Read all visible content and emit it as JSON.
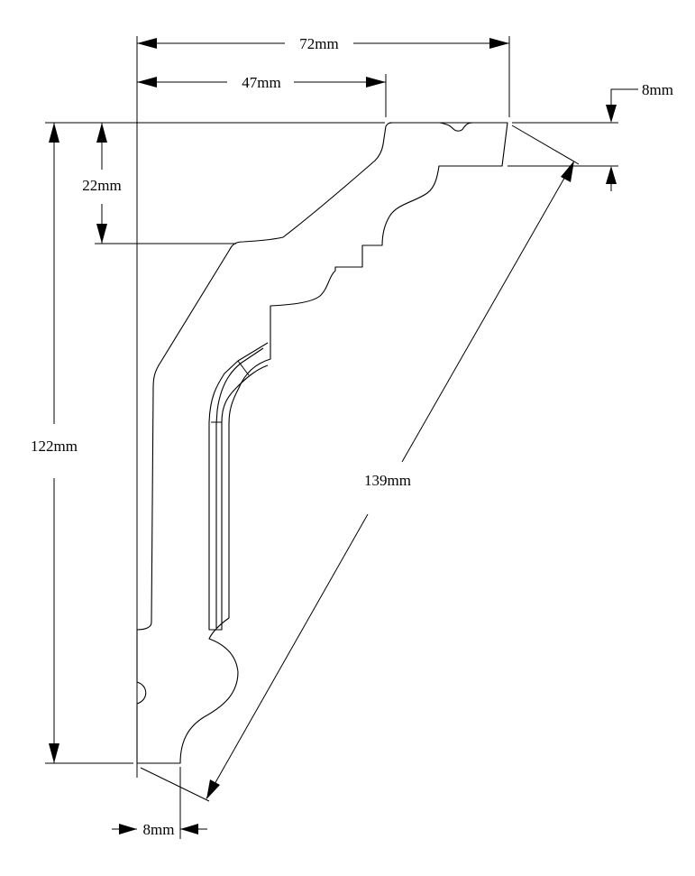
{
  "drawing": {
    "subject": "crown moulding profile",
    "units": "mm"
  },
  "dimensions": {
    "top_total": "72mm",
    "top_inner": "47mm",
    "top_right_drop": "8mm",
    "left_upper_drop": "22mm",
    "total_height": "122mm",
    "diagonal": "139mm",
    "bottom_width": "8mm"
  },
  "colors": {
    "line": "#000000",
    "background": "#ffffff"
  }
}
